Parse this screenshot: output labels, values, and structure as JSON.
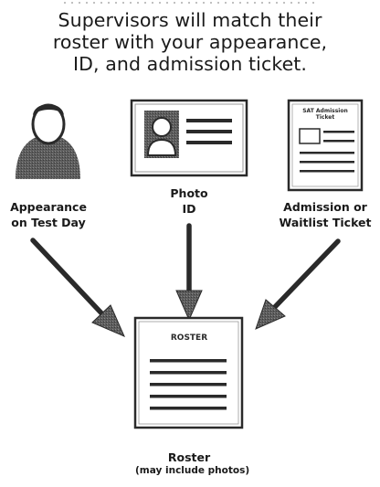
{
  "headline": {
    "lines": [
      "Supervisors will match their",
      "roster with your appearance,",
      "ID, and admission ticket."
    ]
  },
  "sources": [
    {
      "icon": "person-icon",
      "label_lines": [
        "Appearance",
        "on Test Day"
      ]
    },
    {
      "icon": "photo-id-card-icon",
      "label_lines": [
        "Photo",
        "ID"
      ]
    },
    {
      "icon": "admission-ticket-icon",
      "ticket_text": [
        "SAT Admission",
        "Ticket"
      ],
      "label_lines": [
        "Admission or",
        "Waitlist Ticket"
      ]
    }
  ],
  "target": {
    "icon": "roster-document-icon",
    "header": "ROSTER",
    "label": "Roster",
    "sublabel": "(may include photos)"
  }
}
